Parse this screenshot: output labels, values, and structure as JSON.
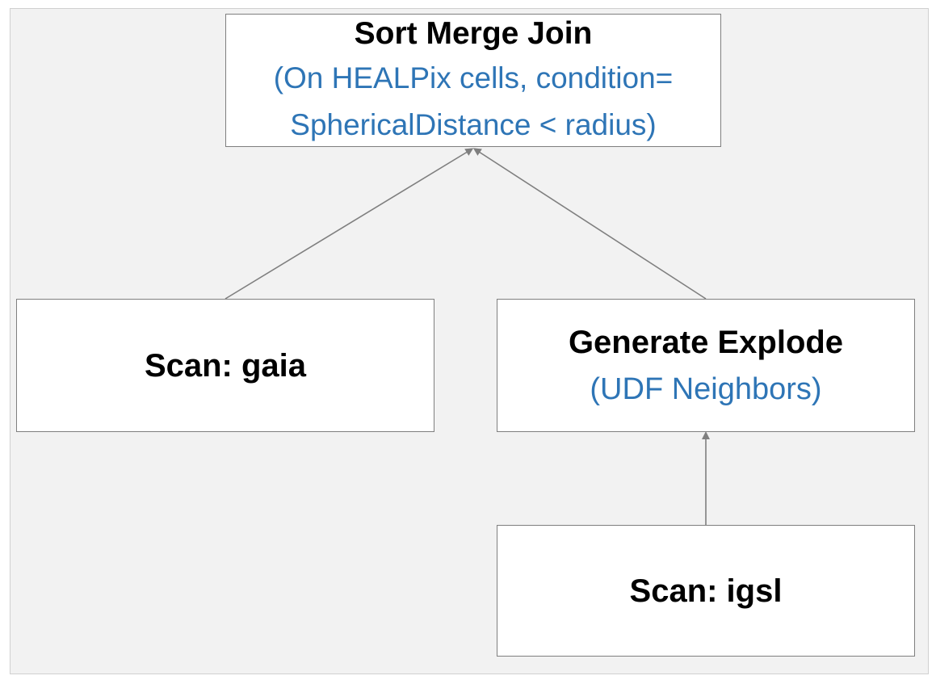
{
  "nodes": {
    "join": {
      "title": "Sort Merge Join",
      "subtitle_line1": "(On HEALPix cells, condition=",
      "subtitle_line2": "SphericalDistance < radius)"
    },
    "gaia": {
      "title": "Scan: gaia"
    },
    "explode": {
      "title": "Generate Explode",
      "subtitle": "(UDF Neighbors)"
    },
    "igsl": {
      "title": "Scan: igsl"
    }
  },
  "edges": [
    {
      "from": "gaia",
      "to": "join"
    },
    {
      "from": "explode",
      "to": "join"
    },
    {
      "from": "igsl",
      "to": "explode"
    }
  ],
  "colors": {
    "background": "#f2f2f2",
    "node_fill": "#ffffff",
    "node_border": "#7f7f7f",
    "title_text": "#000000",
    "subtitle_text": "#2e75b6",
    "edge": "#7f7f7f"
  }
}
